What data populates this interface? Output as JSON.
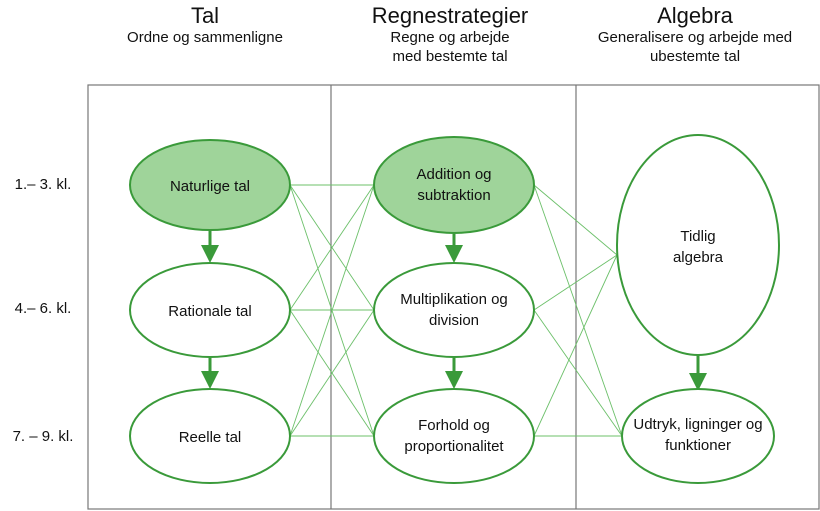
{
  "columns": [
    {
      "title": "Tal",
      "subtitle": "Ordne og sammenligne"
    },
    {
      "title": "Regnestrategier",
      "subtitle": "Regne og arbejde med bestemte tal"
    },
    {
      "title": "Algebra",
      "subtitle": "Generalisere og arbejde med ubestemte tal"
    }
  ],
  "rows": [
    "1.– 3. kl.",
    "4.– 6. kl.",
    "7. – 9. kl."
  ],
  "nodes": {
    "naturlige": "Naturlige tal",
    "rationale": "Rationale tal",
    "reelle": "Reelle tal",
    "addition": "Addition og subtraktion",
    "multiplikation": "Multiplikation og division",
    "forhold": "Forhold og proportionalitet",
    "tidlig": "Tidlig algebra",
    "udtryk": "Udtryk, ligninger og funktioner"
  },
  "colors": {
    "node_stroke": "#3a9a3a",
    "node_fill_highlight": "#9fd49a",
    "arrow": "#3a9a3a",
    "connector": "#6cc06a",
    "frame": "#777777"
  }
}
